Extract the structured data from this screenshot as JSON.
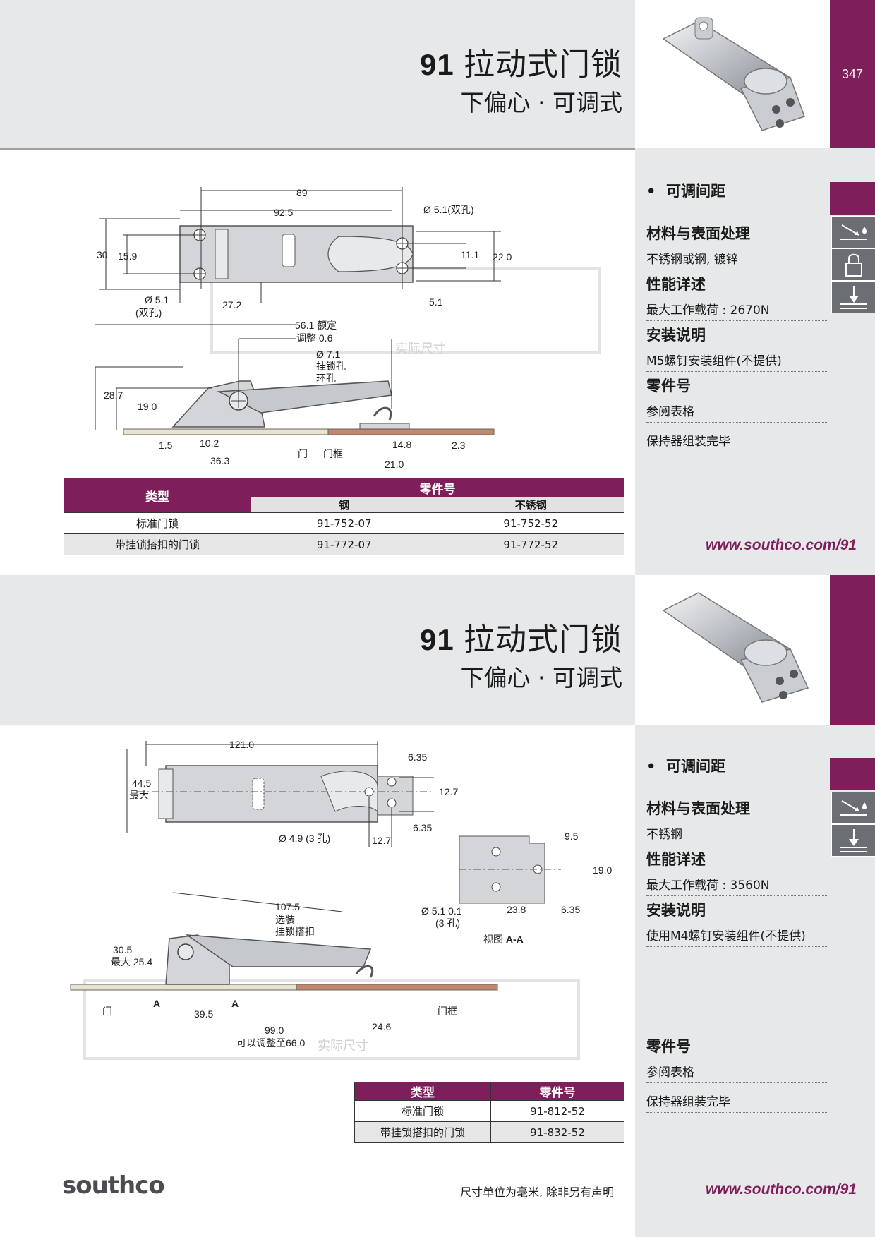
{
  "page_number": "347",
  "sections": [
    {
      "title_num": "91",
      "title_text": "拉动式门锁",
      "subtitle": "下偏心 · 可调式",
      "feature": "可调间距",
      "specs": [
        {
          "heading": "材料与表面处理",
          "value": "不锈钢或钢, 镀锌"
        },
        {
          "heading": "性能详述",
          "value": "最大工作载荷 : 2670N"
        },
        {
          "heading": "安装说明",
          "value": "M5螺钉安装组件(不提供)"
        },
        {
          "heading": "零件号",
          "value": "参阅表格"
        }
      ],
      "extra_note": "保持器组装完毕",
      "url": "www.southco.com/91",
      "drawing_labels": {
        "d89": "89",
        "d92_5": "92.5",
        "d30": "30",
        "d15_9": "15.9",
        "hole_r": "Ø 5.1(双孔)",
        "d11_1": "11.1",
        "d22_0": "22.0",
        "hole_l": "Ø 5.1",
        "hole_l2": "(双孔)",
        "d27_2": "27.2",
        "d5_1": "5.1",
        "d56_1": "56.1 额定",
        "adjust": "调整  0.6",
        "d7_1": "Ø 7.1",
        "padlock": "挂锁孔",
        "ring": "环孔",
        "d28_7": "28.7",
        "d19_0": "19.0",
        "d1_5": "1.5",
        "d10_2": "10.2",
        "d36_3": "36.3",
        "door": "门",
        "frame": "门框",
        "d14_8": "14.8",
        "d2_3": "2.3",
        "d21_0": "21.0",
        "actual": "实际尺寸"
      },
      "table": {
        "col_type": "类型",
        "col_part": "零件号",
        "sub_steel": "钢",
        "sub_ss": "不锈钢",
        "rows": [
          {
            "type": "标准门锁",
            "steel": "91-752-07",
            "ss": "91-752-52"
          },
          {
            "type": "带挂锁搭扣的门锁",
            "steel": "91-772-07",
            "ss": "91-772-52"
          }
        ]
      }
    },
    {
      "title_num": "91",
      "title_text": "拉动式门锁",
      "subtitle": "下偏心 · 可调式",
      "feature": "可调间距",
      "specs": [
        {
          "heading": "材料与表面处理",
          "value": "不锈钢"
        },
        {
          "heading": "性能详述",
          "value": "最大工作载荷 : 3560N"
        },
        {
          "heading": "安装说明",
          "value": "使用M4螺钉安装组件(不提供)"
        },
        {
          "heading": "零件号",
          "value": "参阅表格"
        }
      ],
      "extra_note": "保持器组装完毕",
      "url": "www.southco.com/91",
      "drawing_labels": {
        "d121": "121.0",
        "d6_35a": "6.35",
        "d44_5": "44.5",
        "max": "最大",
        "d12_7a": "12.7",
        "hole3": "Ø 4.9 (3 孔)",
        "d12_7b": "12.7",
        "d6_35b": "6.35",
        "d9_5": "9.5",
        "d19_0": "19.0",
        "d107_5": "107.5",
        "opt": "选装",
        "hasp": "挂锁搭扣",
        "hole5": "Ø 5.1   0.1",
        "hole5b": "(3 孔)",
        "d23_8": "23.8",
        "d6_35c": "6.35",
        "view": "视图",
        "view_aa": "A-A",
        "d30_5": "30.5",
        "max2": "最大",
        "d25_4": "25.4",
        "door": "门",
        "a1": "A",
        "a2": "A",
        "d39_5": "39.5",
        "frame": "门框",
        "d99": "99.0",
        "d24_6": "24.6",
        "adjust_to": "可以调整至66.0",
        "actual": "实际尺寸"
      },
      "table": {
        "col_type": "类型",
        "col_part": "零件号",
        "rows": [
          {
            "type": "标准门锁",
            "part": "91-812-52"
          },
          {
            "type": "带挂锁搭扣的门锁",
            "part": "91-832-52"
          }
        ]
      }
    }
  ],
  "footer": {
    "logo": "southco",
    "note": "尺寸单位为毫米, 除非另有声明",
    "url": "www.southco.com/91"
  },
  "colors": {
    "accent": "#7e1e5a",
    "panel": "#e6e8ea",
    "icon": "#6b6f74"
  },
  "icons": [
    "finish-icon",
    "padlock-icon",
    "install-icon"
  ]
}
